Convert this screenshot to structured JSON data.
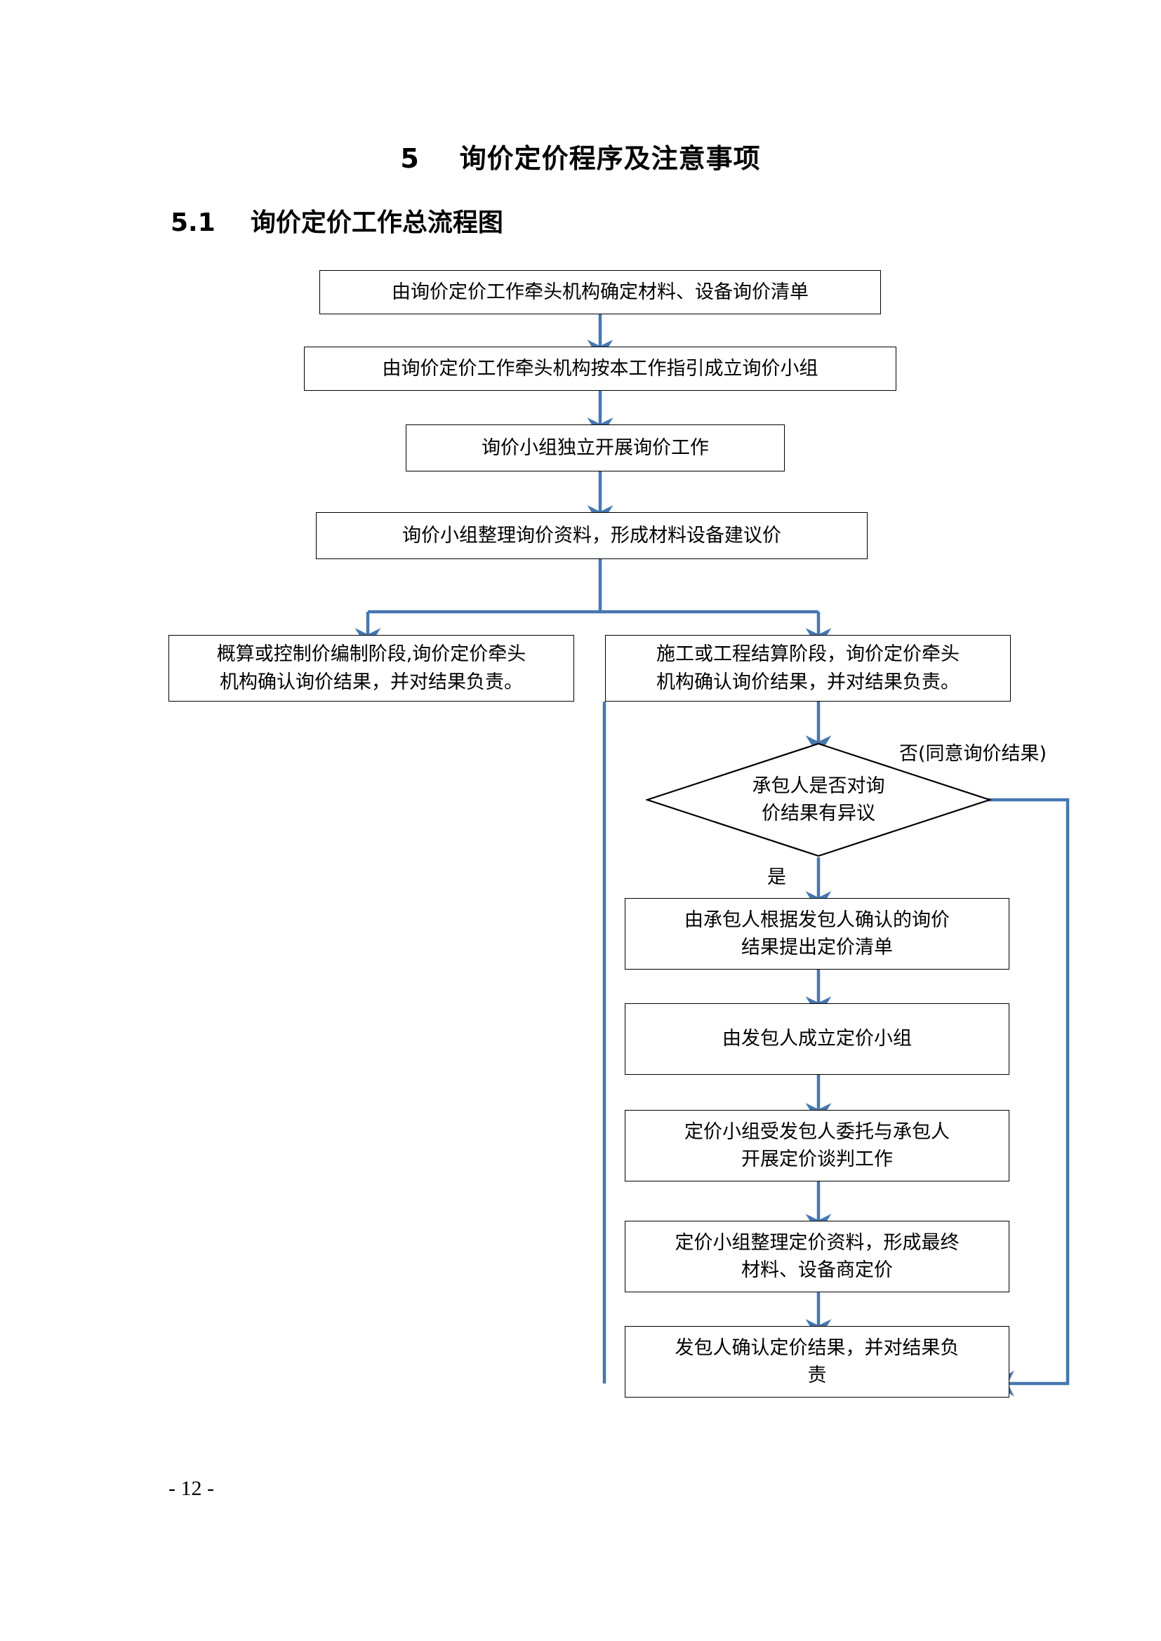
{
  "page": {
    "heading": "5    询价定价程序及注意事项",
    "subheading": "5.1    询价定价工作总流程图",
    "footer": "- 12 -"
  },
  "theme": {
    "connector_color": "#4677b0",
    "node_border_color": "#000000",
    "text_color": "#000000",
    "background": "#ffffff"
  },
  "flowchart": {
    "type": "flowchart",
    "nodes": [
      {
        "id": "n1",
        "shape": "process",
        "text": "由询价定价工作牵头机构确定材料、设备询价清单"
      },
      {
        "id": "n2",
        "shape": "process",
        "text": "由询价定价工作牵头机构按本工作指引成立询价小组"
      },
      {
        "id": "n3",
        "shape": "process",
        "text": "询价小组独立开展询价工作"
      },
      {
        "id": "n4",
        "shape": "process",
        "text": "询价小组整理询价资料，形成材料设备建议价"
      },
      {
        "id": "n5",
        "shape": "process",
        "text": "概算或控制价编制阶段,询价定价牵头\n机构确认询价结果，并对结果负责。"
      },
      {
        "id": "n6",
        "shape": "process",
        "text": "施工或工程结算阶段，询价定价牵头\n机构确认询价结果，并对结果负责。"
      },
      {
        "id": "d1",
        "shape": "decision",
        "text": "承包人是否对询\n价结果有异议"
      },
      {
        "id": "n7",
        "shape": "process",
        "text": "由承包人根据发包人确认的询价\n结果提出定价清单"
      },
      {
        "id": "n8",
        "shape": "process",
        "text": "由发包人成立定价小组"
      },
      {
        "id": "n9",
        "shape": "process",
        "text": "定价小组受发包人委托与承包人\n开展定价谈判工作"
      },
      {
        "id": "n10",
        "shape": "process",
        "text": "定价小组整理定价资料，形成最终\n材料、设备商定价"
      },
      {
        "id": "n11",
        "shape": "process",
        "text": "发包人确认定价结果，并对结果负\n责"
      }
    ],
    "edge_labels": [
      {
        "id": "no",
        "text": "否(同意询价结果)"
      },
      {
        "id": "yes",
        "text": "是"
      }
    ],
    "edges": [
      {
        "from": "n1",
        "to": "n2"
      },
      {
        "from": "n2",
        "to": "n3"
      },
      {
        "from": "n3",
        "to": "n4"
      },
      {
        "from": "n4",
        "to": "n5"
      },
      {
        "from": "n4",
        "to": "n6"
      },
      {
        "from": "n6",
        "to": "d1"
      },
      {
        "from": "d1",
        "to": "n7",
        "label": "是"
      },
      {
        "from": "d1",
        "to": "n11",
        "label": "否(同意询价结果)"
      },
      {
        "from": "n7",
        "to": "n8"
      },
      {
        "from": "n8",
        "to": "n9"
      },
      {
        "from": "n9",
        "to": "n10"
      },
      {
        "from": "n10",
        "to": "n11"
      }
    ]
  }
}
